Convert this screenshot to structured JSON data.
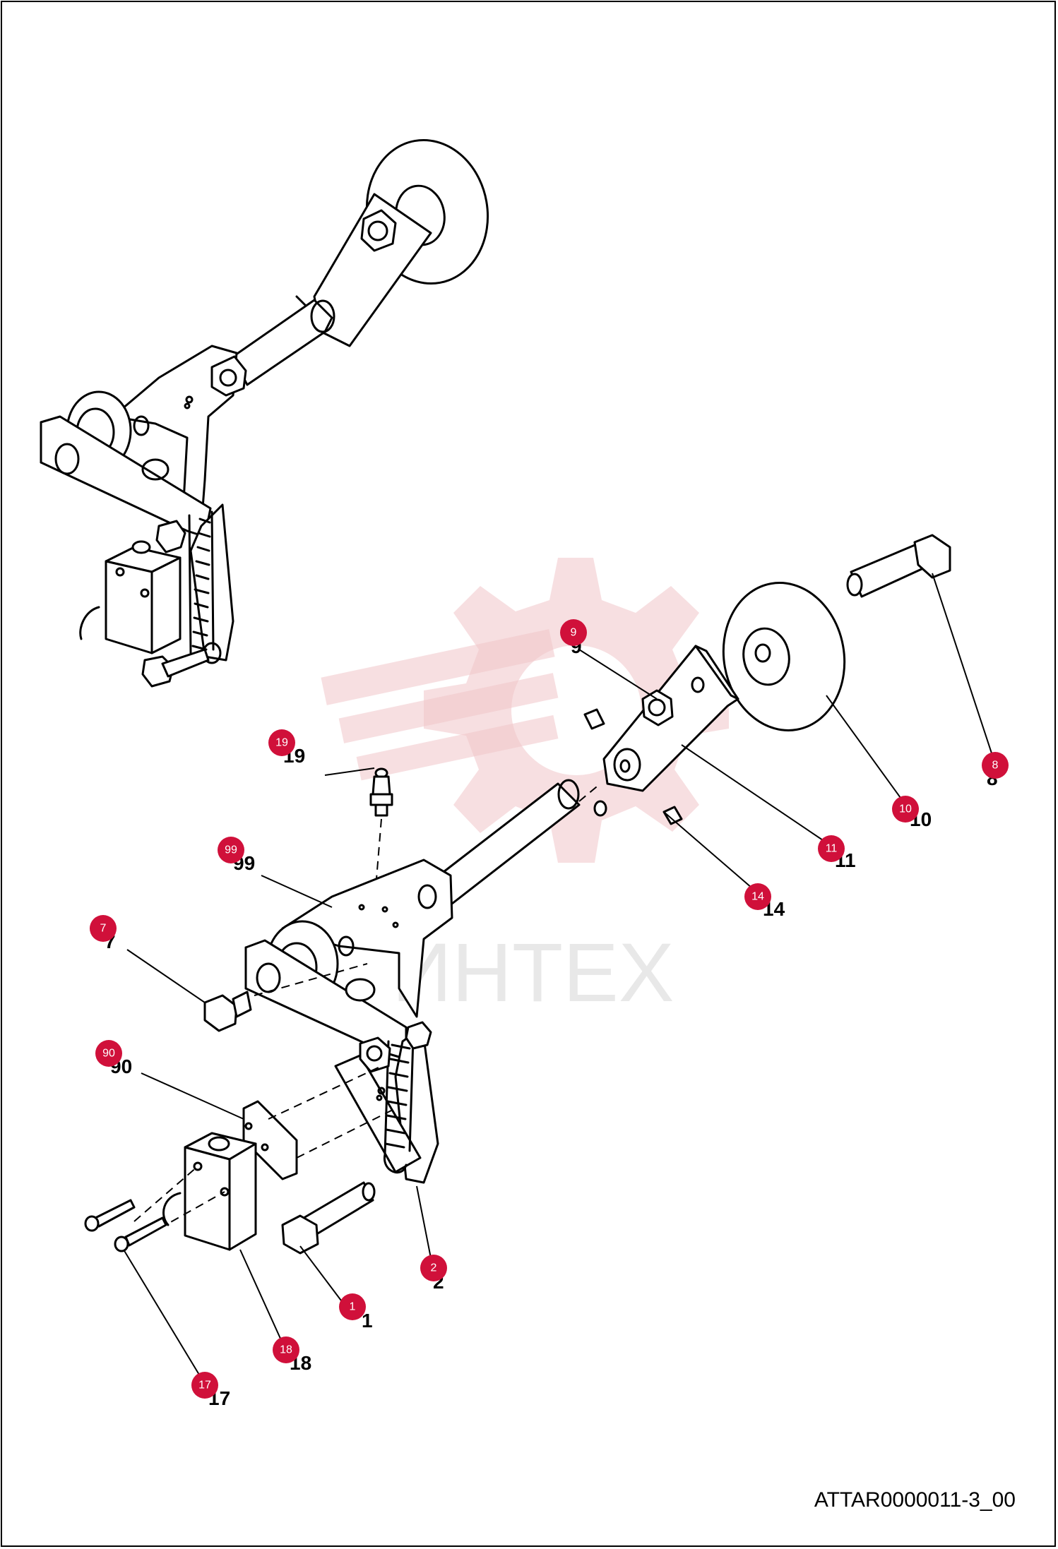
{
  "watermark": {
    "text": "ИНТЕХ",
    "color": "#f1c4c8"
  },
  "document_id": "ATTAR0000011-3_00",
  "badge_color": "#d0103a",
  "callouts": [
    {
      "id": "1",
      "label": "1"
    },
    {
      "id": "2",
      "label": "2"
    },
    {
      "id": "7",
      "label": "7"
    },
    {
      "id": "8",
      "label": "8"
    },
    {
      "id": "9",
      "label": "9"
    },
    {
      "id": "10",
      "label": "10"
    },
    {
      "id": "11",
      "label": "11"
    },
    {
      "id": "14",
      "label": "14"
    },
    {
      "id": "17",
      "label": "17"
    },
    {
      "id": "18",
      "label": "18"
    },
    {
      "id": "19",
      "label": "19"
    },
    {
      "id": "90",
      "label": "90"
    },
    {
      "id": "99",
      "label": "99"
    }
  ]
}
